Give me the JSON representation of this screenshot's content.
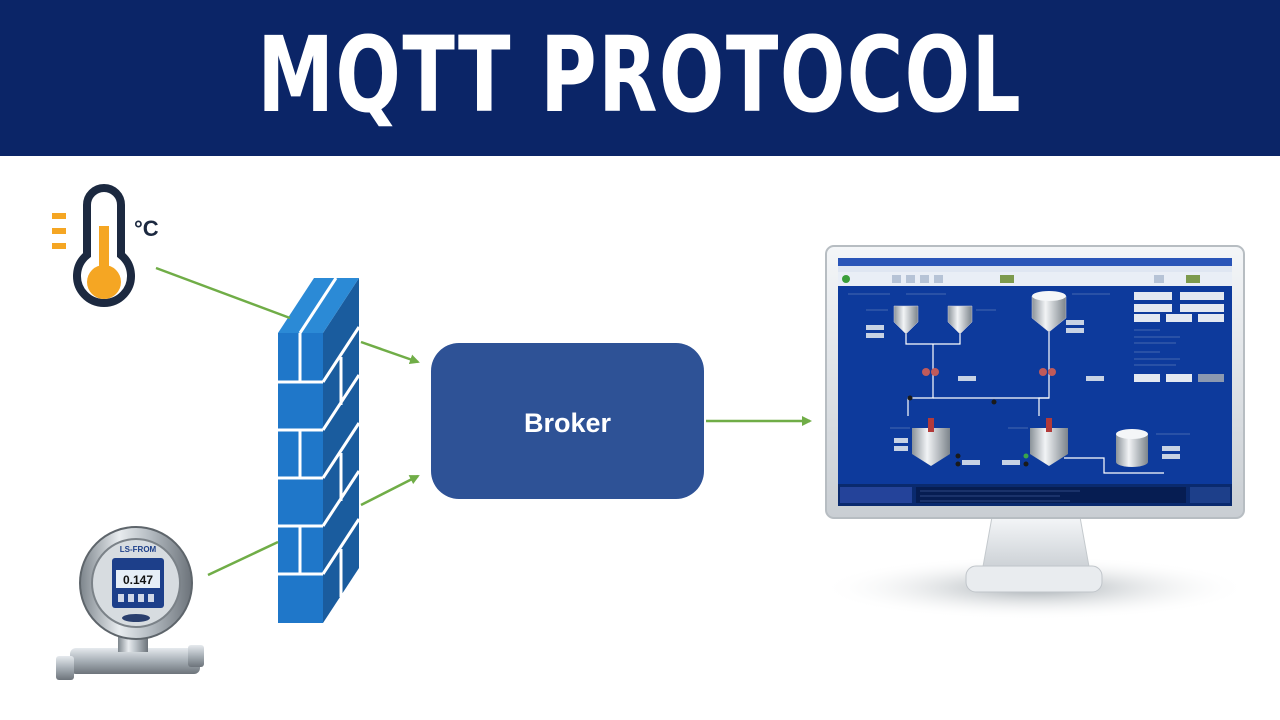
{
  "title": "MQTT PROTOCOL",
  "broker": {
    "label": "Broker"
  },
  "thermometer": {
    "unit_label": "°C",
    "icon": "thermometer-icon"
  },
  "flowmeter": {
    "brand": "LS-FROM",
    "reading": "0.147",
    "icon": "flow-meter-icon"
  },
  "monitor": {
    "icon": "scada-monitor-icon"
  },
  "firewall": {
    "icon": "firewall-icon"
  },
  "colors": {
    "header_bg": "#0b2567",
    "broker_fill": "#2e5296",
    "arrow": "#70ad47",
    "firewall_front": "#1f77c9",
    "firewall_side": "#1a5c9e",
    "thermo_fill": "#f5a623",
    "thermo_outline": "#1c2940"
  }
}
